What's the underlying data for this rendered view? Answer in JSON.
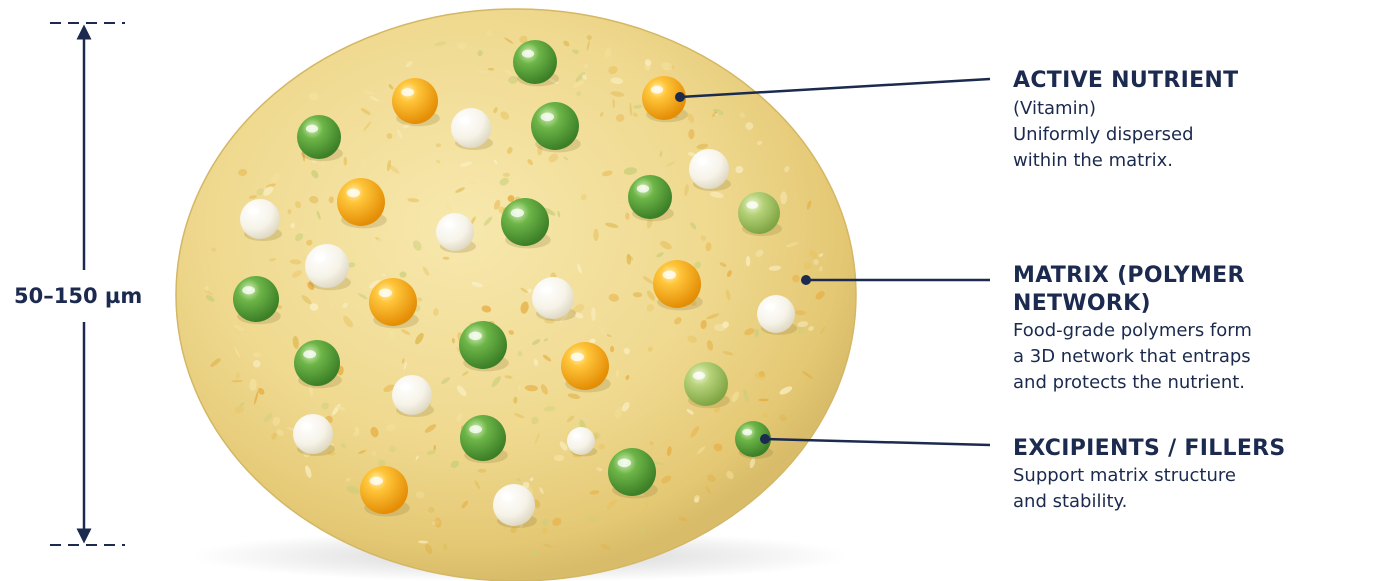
{
  "colors": {
    "ink": "#1b2a4e",
    "matrix": "#efd98f",
    "active_nutrient": "#f4a614",
    "polymer_bead": "#5ba13e",
    "filler": "#f6f3e8"
  },
  "dimension": {
    "label": "50–150 µm"
  },
  "callouts": {
    "active": {
      "title": "ACTIVE NUTRIENT",
      "subtitle": "(Vitamin)",
      "body": "Uniformly dispersed\nwithin the matrix."
    },
    "matrix": {
      "title": "MATRIX (POLYMER NETWORK)",
      "body": "Food-grade polymers form\na 3D network that entraps\nand protects the nutrient."
    },
    "excipients": {
      "title": "EXCIPIENTS / FILLERS",
      "body": "Support matrix structure\nand stability."
    }
  }
}
